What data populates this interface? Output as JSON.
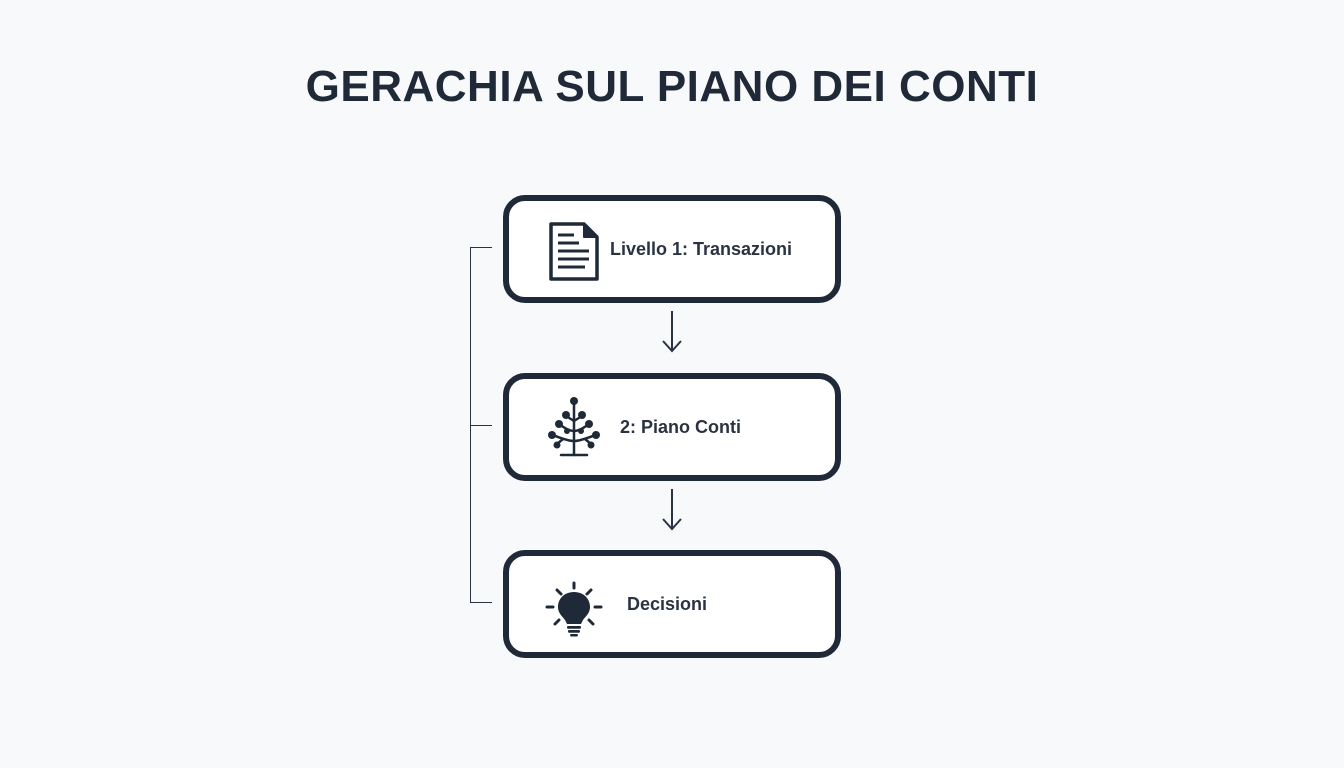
{
  "title": "GERACHIA SUL PIANO DEI CONTI",
  "levels": [
    {
      "label": "Livello 1: Transazioni",
      "icon": "document-icon"
    },
    {
      "label": "2: Piano Conti",
      "icon": "tree-icon"
    },
    {
      "label": "Decisioni",
      "icon": "lightbulb-icon"
    }
  ],
  "colors": {
    "stroke": "#1f2937",
    "text": "#2a3342",
    "background": "#f8f9fa",
    "box_fill": "#ffffff"
  }
}
